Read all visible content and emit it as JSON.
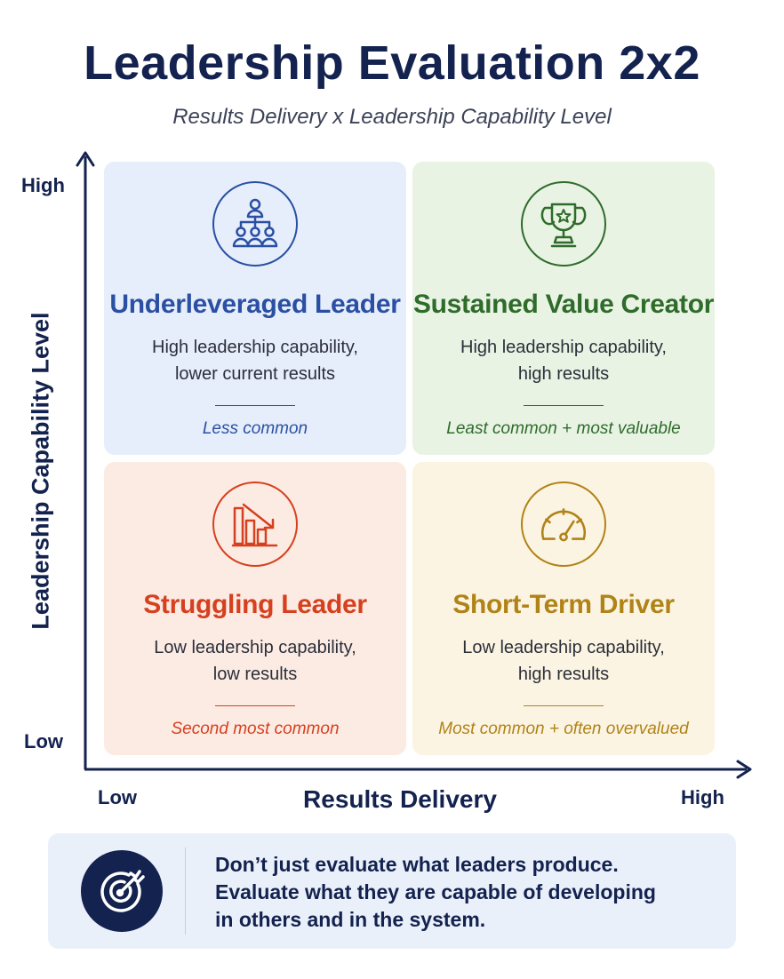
{
  "header": {
    "title": "Leadership Evaluation 2x2",
    "subtitle": "Results Delivery x Leadership Capability Level"
  },
  "axes": {
    "y_title": "Leadership Capability Level",
    "y_high": "High",
    "y_low": "Low",
    "x_title": "Results Delivery",
    "x_low": "Low",
    "x_high": "High"
  },
  "quadrants": {
    "top_left": {
      "title": "Underleveraged Leader",
      "desc_line1": "High leadership capability,",
      "desc_line2": "lower current results",
      "note": "Less common",
      "icon": "org-chart-icon",
      "color": "#2a4fa3",
      "background": "#e6eefb"
    },
    "top_right": {
      "title": "Sustained Value Creator",
      "desc_line1": "High leadership capability,",
      "desc_line2": "high results",
      "note": "Least common + most valuable",
      "icon": "trophy-icon",
      "color": "#2f6b2a",
      "background": "#e8f3e4"
    },
    "bottom_left": {
      "title": "Struggling Leader",
      "desc_line1": "Low leadership capability,",
      "desc_line2": "low results",
      "note": "Second most common",
      "icon": "declining-chart-icon",
      "color": "#d6401f",
      "background": "#fcebe3"
    },
    "bottom_right": {
      "title": "Short-Term Driver",
      "desc_line1": "Low leadership capability,",
      "desc_line2": "high results",
      "note": "Most common + often overvalued",
      "icon": "speedometer-icon",
      "color": "#b08318",
      "background": "#fcf4e2"
    }
  },
  "callout": {
    "icon": "target-icon",
    "line1": "Don’t just evaluate what leaders produce.",
    "line2": "Evaluate what they are capable of developing",
    "line3": "in others and in the system."
  }
}
